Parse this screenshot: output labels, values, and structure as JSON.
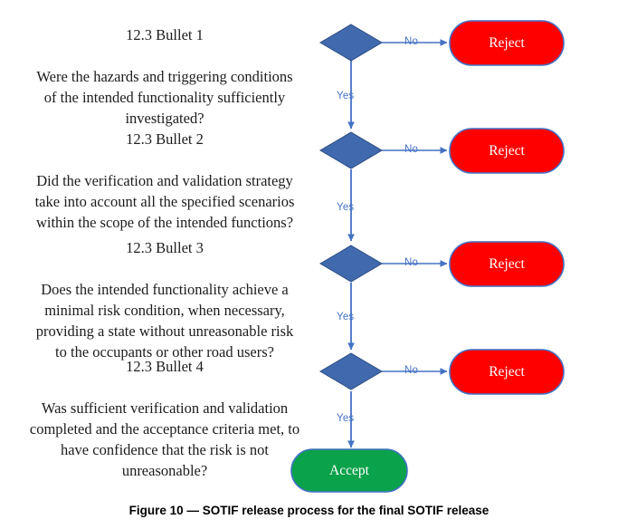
{
  "figure": {
    "caption": "Figure 10 — SOTIF release process for the final SOTIF release",
    "title": "SOTIF release process for the final SOTIF release"
  },
  "colors": {
    "decision_fill": "#4069AE",
    "decision_stroke": "#2E4E83",
    "reject_fill": "#FF0000",
    "accept_fill": "#0AA24B",
    "terminator_stroke": "#4472C4",
    "connector": "#4472C4",
    "edge_label_text": "#4472C4",
    "terminator_text": "#FFFFFF",
    "question_text": "#1C1C1C",
    "caption_text": "#000000",
    "background": "#FFFFFF"
  },
  "steps": [
    {
      "id": "bullet-1",
      "title": "12.3 Bullet 1",
      "question": "Were the hazards and triggering conditions\nof the intended functionality sufficiently\ninvestigated?",
      "no_label": "No",
      "yes_label": "Yes",
      "no_target": "Reject"
    },
    {
      "id": "bullet-2",
      "title": "12.3 Bullet 2",
      "question": "Did the verification and validation strategy\ntake into account all the specified scenarios\nwithin the scope of the intended functions?",
      "no_label": "No",
      "yes_label": "Yes",
      "no_target": "Reject"
    },
    {
      "id": "bullet-3",
      "title": "12.3 Bullet 3",
      "question": "Does the intended functionality achieve a\nminimal risk condition, when necessary,\nproviding a state without unreasonable risk\nto the occupants or other road users?",
      "no_label": "No",
      "yes_label": "Yes",
      "no_target": "Reject"
    },
    {
      "id": "bullet-4",
      "title": "12.3 Bullet 4",
      "question": "Was sufficient verification and validation\ncompleted and the acceptance criteria met, to\nhave confidence that the risk is not\nunreasonable?",
      "no_label": "No",
      "yes_label": "Yes",
      "no_target": "Reject"
    }
  ],
  "terminators": {
    "reject": "Reject",
    "accept": "Accept"
  }
}
